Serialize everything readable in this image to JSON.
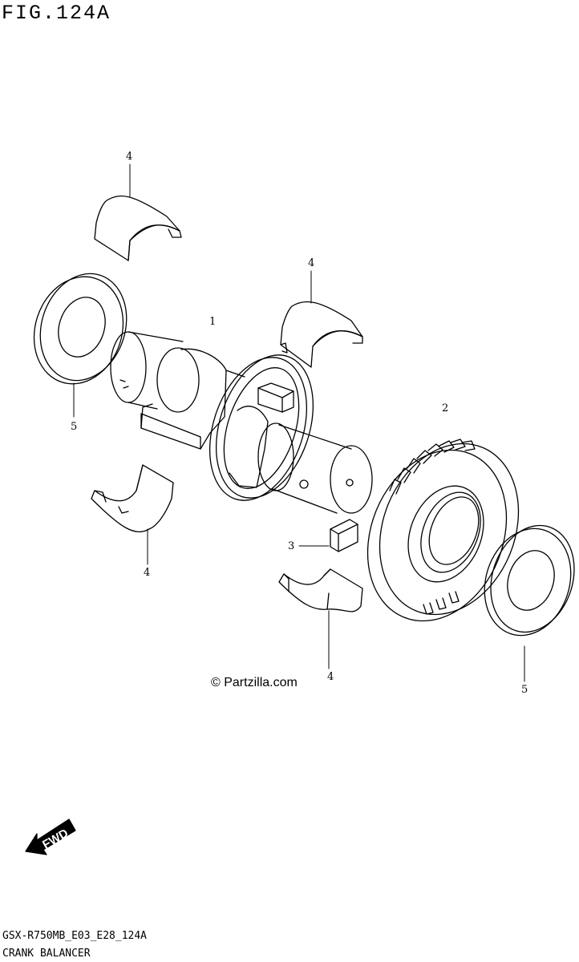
{
  "figure": {
    "title": "FIG.124A",
    "watermark": "© Partzilla.com",
    "fwd_label": "FWD"
  },
  "callouts": {
    "crank_balancer_shaft": "1",
    "balancer_gear": "2",
    "key": "3",
    "bearing_top_left": "4",
    "bearing_top_right": "4",
    "bearing_bottom_left": "4",
    "bearing_bottom_right": "4",
    "washer_left": "5",
    "washer_right": "5"
  },
  "footer": {
    "model_code": "GSX-R750MB_E03_E28_124A",
    "group_name": "CRANK BALANCER"
  }
}
